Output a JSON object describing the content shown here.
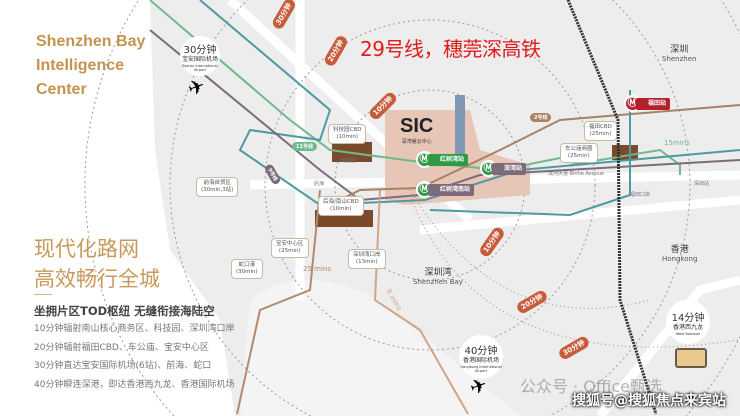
{
  "header": {
    "title_en": "Shenzhen Bay\nIntelligence\nCenter",
    "headline": "29号线，穗莞深高铁"
  },
  "panel": {
    "title_cn": "现代化路网\n高效畅行全城",
    "subtitle": "坐拥片区TOD枢纽 无缝衔接海陆空",
    "bullets": [
      "10分钟辐射南山核心商务区、科技园、深圳湾口岸",
      "20分钟辐射福田CBD、车公庙、宝安中心区",
      "30分钟直达宝安国际机场(6站)、前海、蛇口",
      "40分钟瞬连深港，即达香港西九龙、香港国际机场"
    ]
  },
  "map": {
    "sic": {
      "logo": "SIC",
      "sub": "深湾睿云中心"
    },
    "time_tags": [
      "10分钟",
      "20分钟",
      "30分钟",
      "10分钟",
      "20分钟",
      "30分钟"
    ],
    "line_labels": {
      "line11": "11号线",
      "line9": "9号线",
      "line2": "2号线"
    },
    "stations": [
      "红树湾站",
      "深湾站",
      "红树湾南站",
      "福田站"
    ],
    "bubbles": [
      {
        "name": "科技园CBD",
        "time": "(10min)"
      },
      {
        "name": "后海/南山CBD",
        "time": "(10min)"
      },
      {
        "name": "宝安中心区",
        "time": "(25min)"
      },
      {
        "name": "蛇口港",
        "time": "(30min)"
      },
      {
        "name": "深圳湾口岸",
        "time": "(13min)"
      },
      {
        "name": "福田CBD",
        "time": "(25min)"
      },
      {
        "name": "车公庙商圈",
        "time": "(25min)"
      },
      {
        "name": "前海自贸区",
        "time": "(30min,3站)"
      }
    ],
    "airport_sz": {
      "time": "30分钟",
      "name": "宝安国际机场",
      "en": "Bao'an International Airport"
    },
    "airport_hk": {
      "time": "40分钟",
      "name": "香港国际机场",
      "en": "Hongkong International Airport"
    },
    "west_kowloon": {
      "time": "14分钟",
      "name": "香港西九龙",
      "en": "West Kowloon"
    },
    "places": {
      "shenzhen_cn": "深圳",
      "shenzhen_en": "Shenzhen",
      "hk_cn": "香港",
      "hk_en": "Hongkong",
      "bay_cn": "深圳湾",
      "bay_en": "Shenzhen Bay",
      "kejiyuan": "科技园",
      "houhai": "后海",
      "futian_port": "福田口岸",
      "shenzhen_station": "深圳站",
      "binhe": "滨河大道 Binhe Avenue"
    },
    "route_labels": {
      "mins15": "15mins",
      "mins25": "25 mins",
      "mins8": "8 mins"
    }
  },
  "watermark": {
    "wechat": "公众号 · Office甄选",
    "sohu": "搜狐号@搜狐焦点来宾站"
  },
  "colors": {
    "gold": "#c49350",
    "red": "#e11b1b",
    "line11": "#6fb98a",
    "line9": "#7d6a7a",
    "line2": "#a88266",
    "teal": "#4b9ba1",
    "tag": "#c75b3a"
  }
}
